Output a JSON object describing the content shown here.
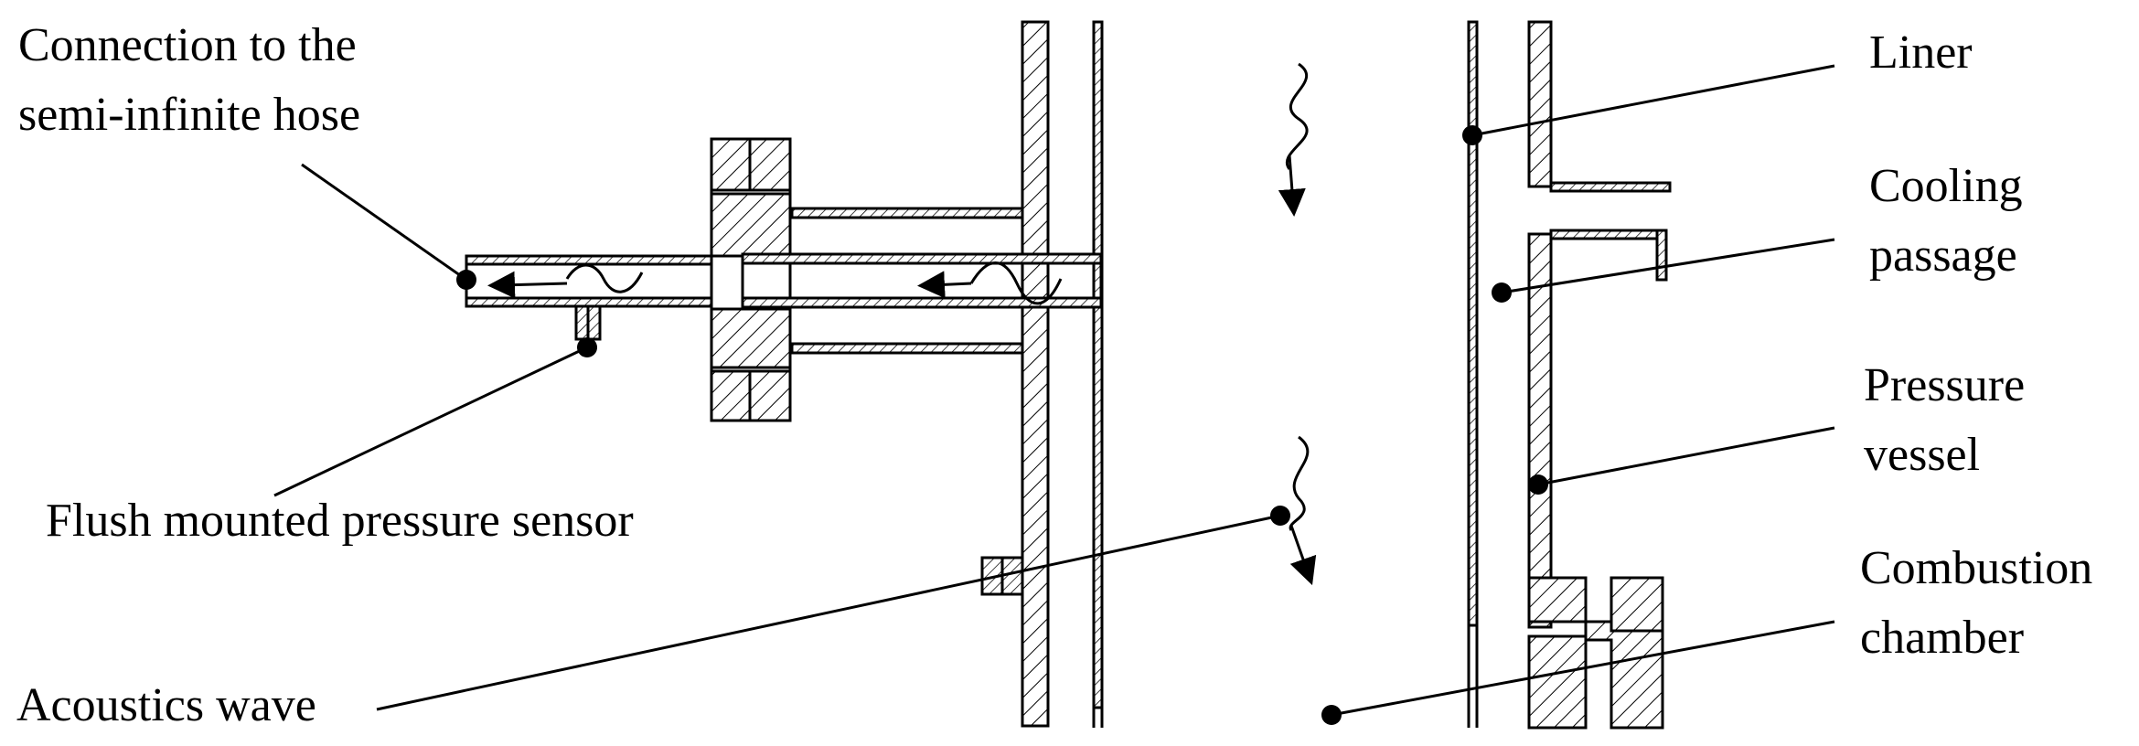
{
  "labels": {
    "connection_hose_line1": "Connection to the",
    "connection_hose_line2": "semi-infinite hose",
    "flush_sensor": "Flush mounted pressure sensor",
    "acoustics_wave": "Acoustics wave",
    "liner": "Liner",
    "cooling_passage_line1": "Cooling",
    "cooling_passage_line2": "passage",
    "pressure_vessel_line1": "Pressure",
    "pressure_vessel_line2": "vessel",
    "combustion_chamber_line1": "Combustion",
    "combustion_chamber_line2": "chamber"
  },
  "colors": {
    "ink": "#000000",
    "background": "#ffffff"
  }
}
